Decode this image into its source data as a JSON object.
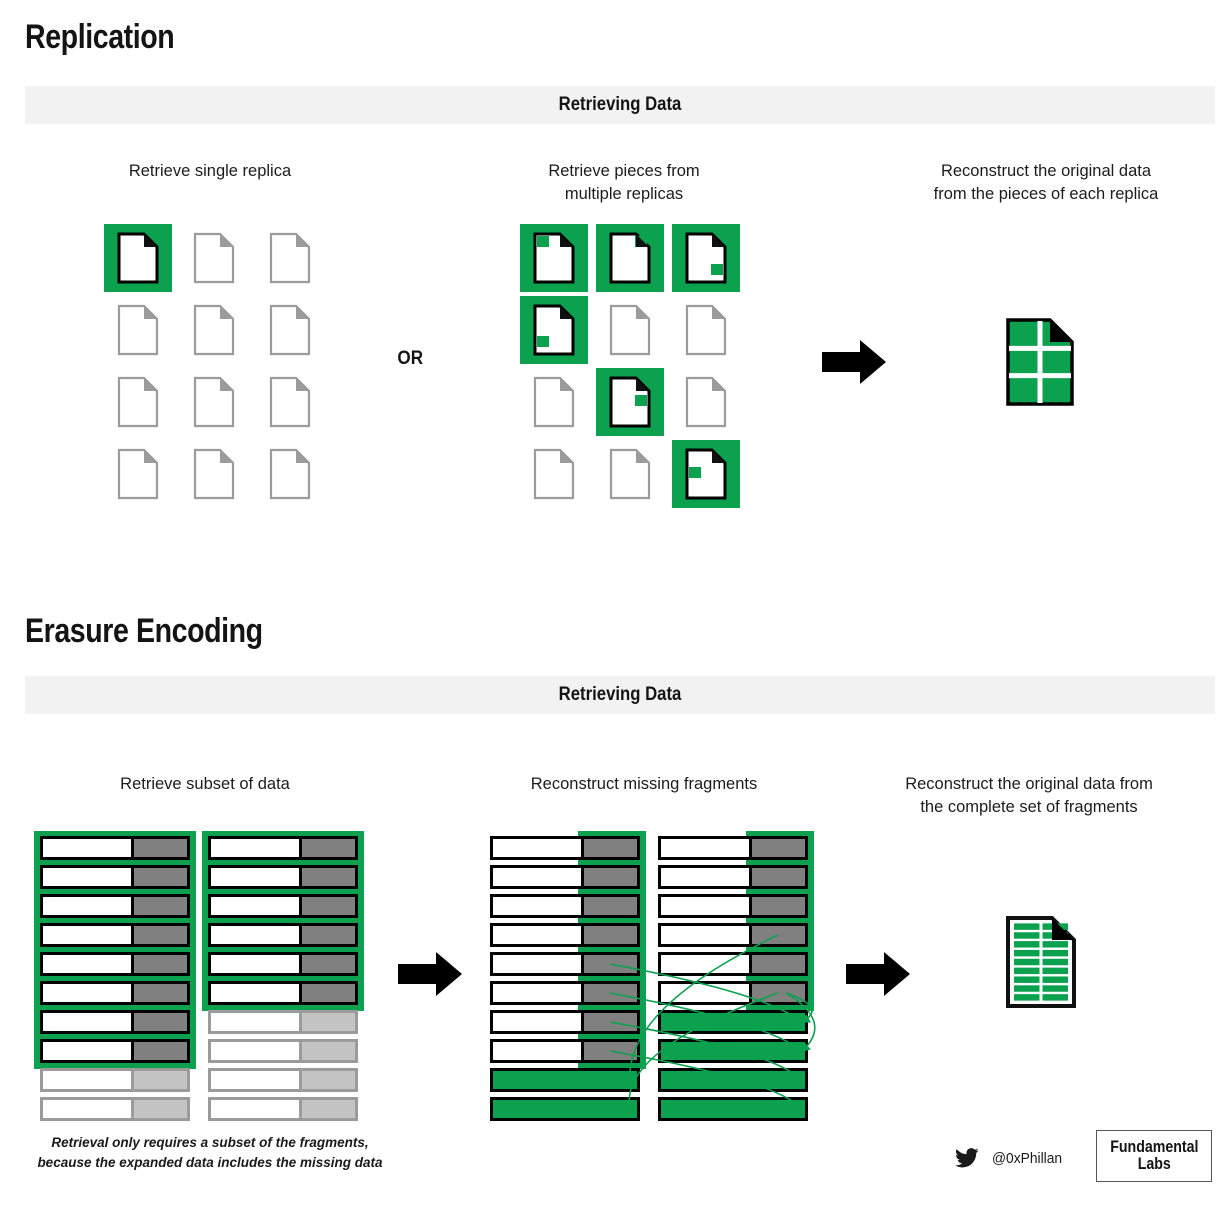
{
  "palette": {
    "green": "#0BA14E",
    "band_grey": "#f2f2f2",
    "tail_dark": "#808080",
    "tail_light": "#c4c4c4",
    "outline_dark": "#000000",
    "outline_light": "#9b9b9b",
    "text": "#141414"
  },
  "replication": {
    "title": "Replication",
    "band_label": "Retrieving Data",
    "columns": [
      {
        "caption": "Retrieve single replica"
      },
      {
        "caption": "Retrieve pieces from\nmultiple replicas"
      },
      {
        "caption": "Reconstruct the original data\nfrom the pieces of each replica"
      }
    ],
    "or_label": "OR",
    "grid_single": {
      "rows": 4,
      "cols": 3,
      "highlighted": [
        [
          0,
          0
        ]
      ]
    },
    "grid_pieces": {
      "rows": 4,
      "cols": 3,
      "highlighted": [
        {
          "row": 0,
          "col": 0,
          "piece": "top-left"
        },
        {
          "row": 0,
          "col": 1,
          "piece": "top-right"
        },
        {
          "row": 0,
          "col": 2,
          "piece": "bottom-right"
        },
        {
          "row": 1,
          "col": 0,
          "piece": "bottom-left"
        },
        {
          "row": 2,
          "col": 1,
          "piece": "middle-right"
        },
        {
          "row": 3,
          "col": 2,
          "piece": "middle-left"
        }
      ]
    },
    "reconstructed_doc": {
      "grid_rows": 3,
      "grid_cols": 2,
      "fill": "#0BA14E"
    }
  },
  "erasure": {
    "title": "Erasure Encoding",
    "band_label": "Retrieving Data",
    "columns": [
      {
        "caption": "Retrieve subset of data"
      },
      {
        "caption": "Reconstruct missing fragments"
      },
      {
        "caption": "Reconstruct the original data from\nthe complete set of fragments"
      }
    ],
    "panel_left": {
      "col_a": {
        "total": 10,
        "retrieved": 8,
        "faded": 2
      },
      "col_b": {
        "total": 10,
        "retrieved": 6,
        "faded": 4
      }
    },
    "panel_mid": {
      "col_a": {
        "total": 10,
        "with_tail": 8,
        "reconstructed": 2
      },
      "col_b": {
        "total": 10,
        "with_tail": 6,
        "reconstructed": 4
      },
      "arrow_count": 8
    },
    "reconstructed_doc": {
      "strip_rows": 9,
      "strip_cols": 2,
      "fill": "#0BA14E"
    },
    "footnote": "Retrieval only requires a subset of the fragments,\nbecause the expanded data includes the missing data"
  },
  "credits": {
    "twitter_icon": "twitter-bird-icon",
    "twitter_handle": "@0xPhillan",
    "logo_line1": "Fundamental",
    "logo_line2": "Labs"
  }
}
